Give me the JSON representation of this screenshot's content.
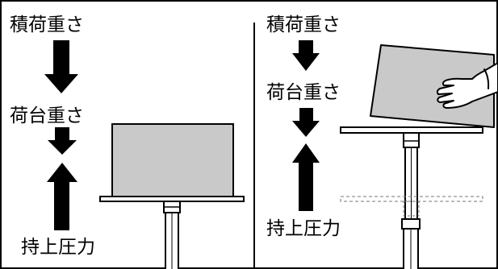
{
  "left_panel": {
    "load_weight_label": "積荷重さ",
    "platform_weight_label": "荷台重さ",
    "lift_pressure_label": "持上圧力"
  },
  "right_panel": {
    "load_weight_label": "積荷重さ",
    "platform_weight_label": "荷台重さ",
    "lift_pressure_label": "持上圧力"
  },
  "colors": {
    "ink": "#000000",
    "box_fill": "#c9c9c9",
    "column_fill": "#ffffff",
    "dashed_outline": "#777777"
  }
}
